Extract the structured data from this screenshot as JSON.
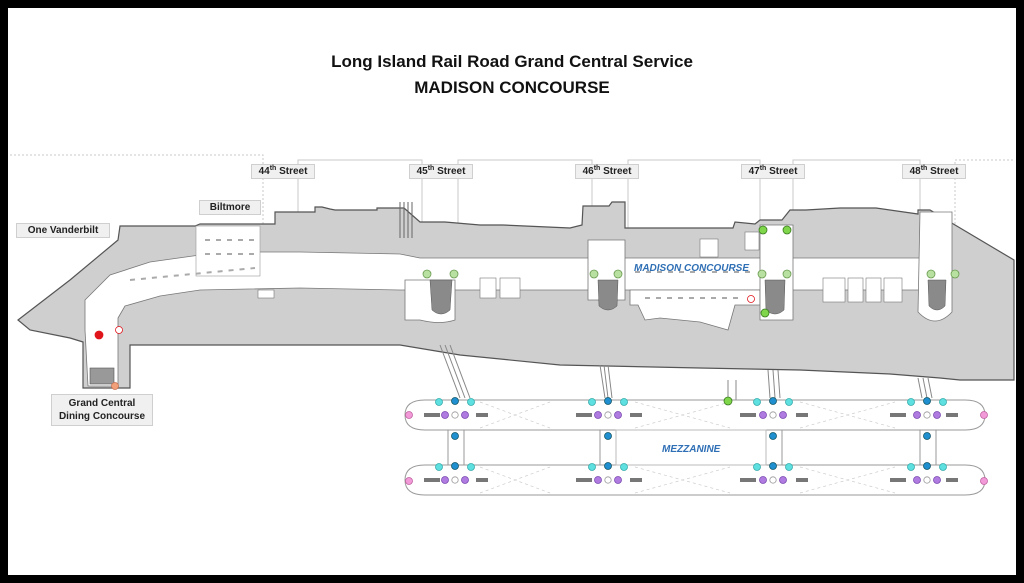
{
  "title": {
    "line1": "Long Island Rail Road Grand Central Service",
    "line2": "MADISON CONCOURSE"
  },
  "streets": [
    {
      "num": "44",
      "suffix": "th",
      "word": "Street"
    },
    {
      "num": "45",
      "suffix": "th",
      "word": "Street"
    },
    {
      "num": "46",
      "suffix": "th",
      "word": "Street"
    },
    {
      "num": "47",
      "suffix": "th",
      "word": "Street"
    },
    {
      "num": "48",
      "suffix": "th",
      "word": "Street"
    }
  ],
  "places": {
    "one_vanderbilt": "One Vanderbilt",
    "biltmore": "Biltmore",
    "dining_line1": "Grand Central",
    "dining_line2": "Dining Concourse"
  },
  "areas": {
    "concourse": "MADISON CONCOURSE",
    "mezzanine": "MEZZANINE"
  },
  "colors": {
    "building_fill": "#cfcfcf",
    "wall": "#555555",
    "elevator_green": "#7fd64a",
    "elevator_green_light": "#b8e0a0",
    "red_marker": "#e0151b",
    "orange_marker": "#f2a07a",
    "cyan_marker": "#5ee0e0",
    "blue_marker": "#1f8fcf",
    "purple_marker": "#b07be0",
    "pink_marker": "#f29ad8",
    "area_label": "#2f6fb5"
  },
  "legend_icons": {
    "green": "elevator-icon",
    "red_filled": "you-are-here-icon",
    "red_ring": "info-icon",
    "orange": "exit-icon",
    "cyan": "escalator-icon",
    "blue": "stair-icon",
    "purple": "track-icon",
    "pink": "end-icon"
  }
}
